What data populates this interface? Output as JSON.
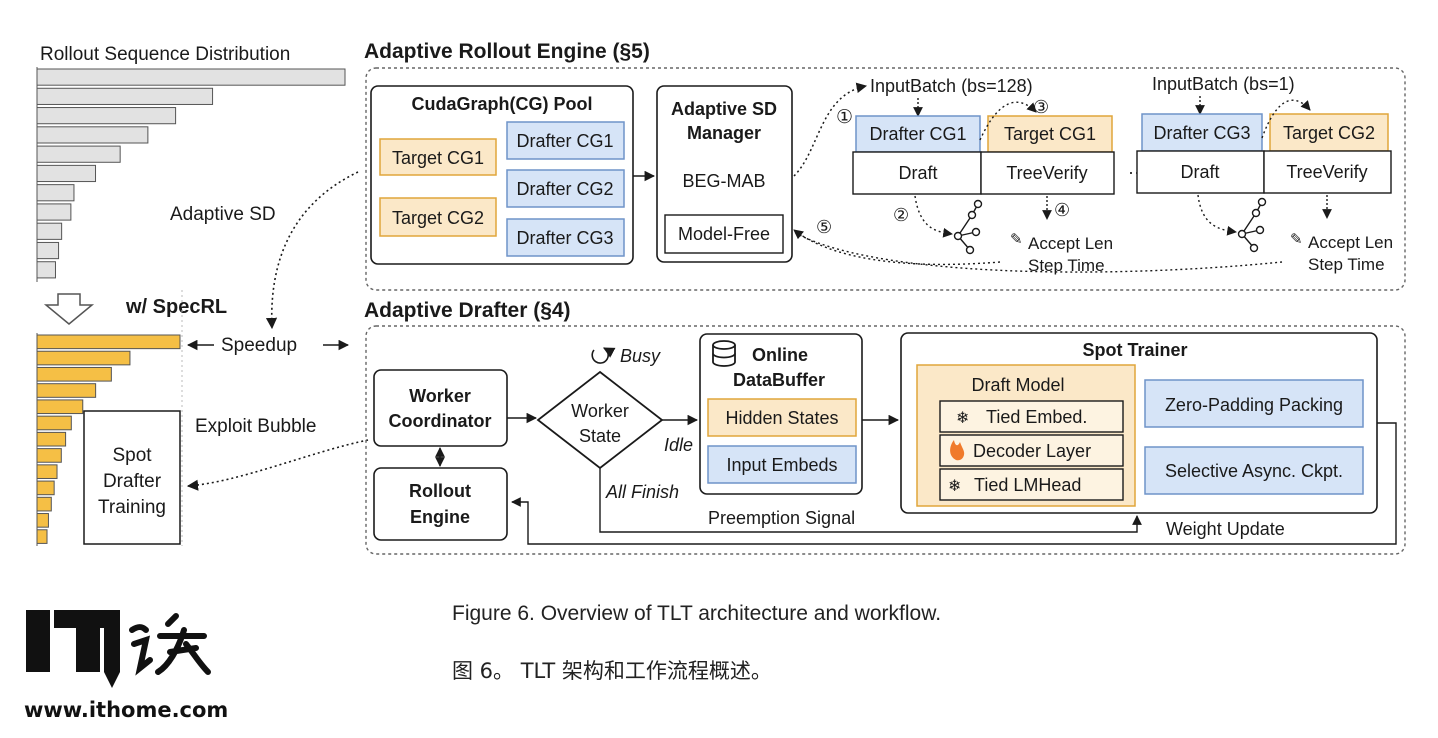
{
  "dist_chart": {
    "title": "Rollout Sequence Distribution",
    "before_values": [
      1.0,
      0.57,
      0.45,
      0.36,
      0.27,
      0.19,
      0.12,
      0.11,
      0.08,
      0.07,
      0.06
    ],
    "after_values": [
      1.0,
      0.65,
      0.52,
      0.41,
      0.32,
      0.24,
      0.2,
      0.17,
      0.14,
      0.12,
      0.1,
      0.08,
      0.07
    ],
    "before_color": "#e2e2e2",
    "after_color": "#f5bf45"
  },
  "labels": {
    "with_specrl": "w/ SpecRL",
    "speedup": "Speedup",
    "adaptive_sd": "Adaptive SD",
    "exploit_bubble": "Exploit Bubble",
    "spot_drafter": [
      "Spot",
      "Drafter",
      "Training"
    ]
  },
  "engine": {
    "title": "Adaptive Rollout Engine (§5)",
    "pool_title": "CudaGraph(CG) Pool",
    "target_cgs": [
      "Target CG1",
      "Target CG2"
    ],
    "drafter_cgs": [
      "Drafter CG1",
      "Drafter CG2",
      "Drafter CG3"
    ],
    "manager_title": [
      "Adaptive SD",
      "Manager"
    ],
    "manager_algo": "BEG-MAB",
    "manager_mode": "Model-Free",
    "batch1": "InputBatch (bs=128)",
    "batch2": "InputBatch  (bs=1)",
    "drafter1": "Drafter CG1",
    "target1": "Target CG1",
    "drafter2": "Drafter CG3",
    "target2": "Target CG2",
    "draft": "Draft",
    "verify": "TreeVerify",
    "ellipsis": "···",
    "accept_len": "Accept Len",
    "step_time": "Step Time",
    "steps": [
      "①",
      "②",
      "③",
      "④",
      "⑤"
    ]
  },
  "drafter": {
    "title": "Adaptive Drafter (§4)",
    "coordinator": [
      "Worker",
      "Coordinator"
    ],
    "rollout_engine": [
      "Rollout",
      "Engine"
    ],
    "worker_state": [
      "Worker",
      "State"
    ],
    "busy": "Busy",
    "idle": "Idle",
    "all_finish": "All Finish",
    "buffer_title": [
      "Online",
      "DataBuffer"
    ],
    "hidden_states": "Hidden States",
    "input_embeds": "Input Embeds",
    "trainer_title": "Spot Trainer",
    "draft_model": "Draft Model",
    "tied_embed": "Tied Embed.",
    "decoder_layer": "Decoder Layer",
    "tied_lmhead": "Tied LMHead",
    "zero_padding": "Zero-Padding Packing",
    "selective_ckpt": "Selective Async. Ckpt.",
    "preemption": "Preemption Signal",
    "weight_update": "Weight Update"
  },
  "captions": {
    "en": "Figure 6. Overview of TLT architecture and workflow.",
    "zh": "图 6。 TLT 架构和工作流程概述。"
  },
  "logo": {
    "mark": "IT之家",
    "url": "www.ithome.com"
  },
  "colors": {
    "target_fill": "#fbe8c8",
    "target_stroke": "#e0a53a",
    "drafter_fill": "#d6e4f7",
    "drafter_stroke": "#6f93c9"
  }
}
